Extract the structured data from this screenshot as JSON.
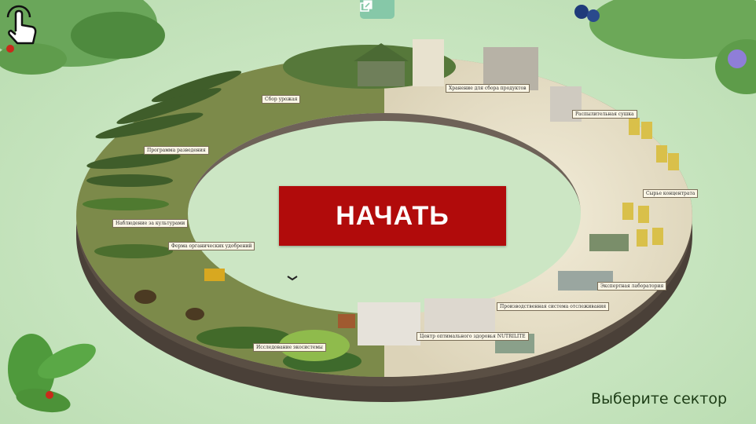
{
  "start_button": {
    "label": "НАЧАТЬ"
  },
  "top_button": {
    "icon": "window-restore-icon"
  },
  "hint": {
    "text": "Выберите сектор",
    "icon": "tap-hand-icon"
  },
  "sectors": [
    {
      "label": "Сбор урожая"
    },
    {
      "label": "Хранение для сбора продуктов"
    },
    {
      "label": "Программа разведения"
    },
    {
      "label": "Наблюдение за культурами"
    },
    {
      "label": "Ферма органических удобрений"
    },
    {
      "label": "Исследование экосистемы"
    },
    {
      "label": "Центр оптимального здоровья NUTRILITE"
    },
    {
      "label": "Производственная система отслеживания"
    },
    {
      "label": "Экспертная лаборатория"
    },
    {
      "label": "Сырье концентрата"
    },
    {
      "label": "Распылительная сушка"
    }
  ],
  "colors": {
    "start_bg": "#b10b0b",
    "background": "#c8e6c0",
    "hint_text": "#1d3d16"
  }
}
